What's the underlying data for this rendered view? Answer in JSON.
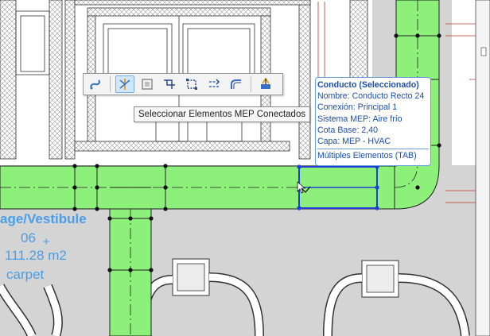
{
  "toolbar": {
    "buttons": [
      {
        "icon": "route-icon",
        "active": false
      },
      {
        "icon": "select-connected-icon",
        "active": true
      },
      {
        "icon": "segment-icon",
        "active": false
      },
      {
        "icon": "branch-icon",
        "active": false
      },
      {
        "icon": "bounding-box-icon",
        "active": false
      },
      {
        "icon": "offset-icon",
        "active": false
      },
      {
        "icon": "elbow-icon",
        "active": false
      },
      {
        "icon": "mep-settings-icon",
        "active": false
      }
    ]
  },
  "tooltip": {
    "text": "Seleccionar Elementos MEP Conectados"
  },
  "info_panel": {
    "title": "Conducto (Seleccionado)",
    "lines": [
      "Nombre: Conducto Recto 24",
      "Conexión: Principal 1",
      "Sistema MEP: Aire frío",
      "Cota Base: 2,40",
      "Capa: MEP - HVAC"
    ],
    "footer": "Múltiples Elementos (TAB)"
  },
  "zone_label": {
    "name": "age/Vestibule",
    "number": "06",
    "area": "111.28 m2",
    "material": "carpet"
  },
  "colors": {
    "duct_fill": "#8cf07a",
    "corridor": "#d4d4d4",
    "selection": "#1f3fd8",
    "info_text": "#1d4fa8",
    "zone_text": "#4a9ee8"
  }
}
